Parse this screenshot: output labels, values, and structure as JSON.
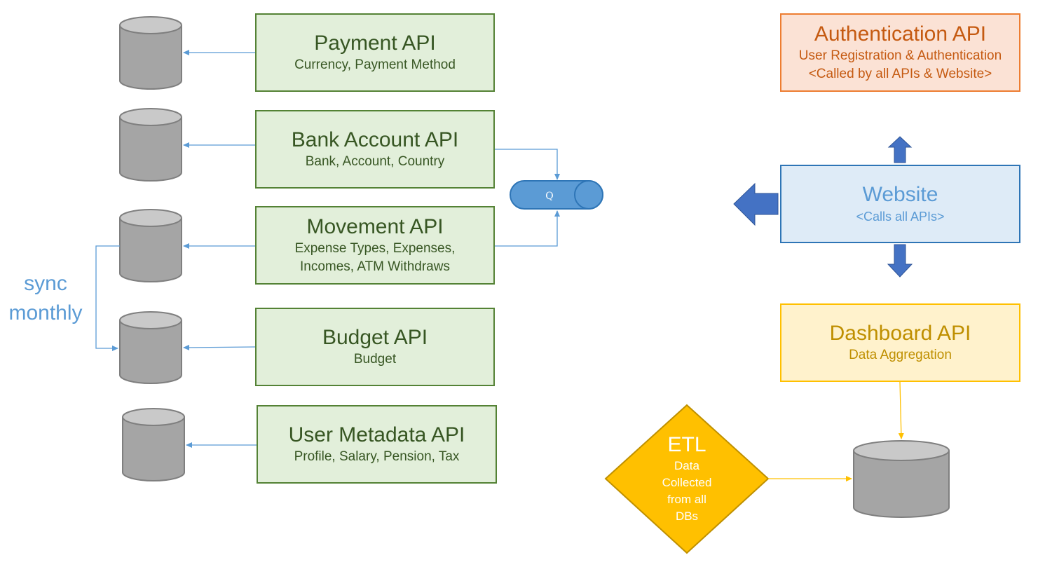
{
  "services": {
    "payment": {
      "title": "Payment API",
      "subtitle": "Currency, Payment Method"
    },
    "bank": {
      "title": "Bank Account API",
      "subtitle": "Bank, Account, Country"
    },
    "movement": {
      "title": "Movement API",
      "subtitle_line1": "Expense Types, Expenses,",
      "subtitle_line2": "Incomes, ATM Withdraws"
    },
    "budget": {
      "title": "Budget API",
      "subtitle": "Budget"
    },
    "user_metadata": {
      "title": "User Metadata API",
      "subtitle": "Profile, Salary, Pension, Tax"
    }
  },
  "queue": {
    "label": "Q"
  },
  "sync": {
    "line1": "sync",
    "line2": "monthly"
  },
  "auth": {
    "title": "Authentication API",
    "subtitle_line1": "User Registration & Authentication",
    "subtitle_line2": "<Called by all APIs & Website>"
  },
  "website": {
    "title": "Website",
    "subtitle": "<Calls all APIs>"
  },
  "dashboard": {
    "title": "Dashboard API",
    "subtitle": "Data Aggregation"
  },
  "etl": {
    "title": "ETL",
    "line1": "Data",
    "line2": "Collected",
    "line3": "from all",
    "line4": "DBs"
  },
  "colors": {
    "service_fill": "#e2efda",
    "service_border": "#548235",
    "auth_fill": "#fbe2d5",
    "auth_border": "#ed7d31",
    "website_fill": "#deebf7",
    "website_border": "#2e75b6",
    "dashboard_fill": "#fff2cc",
    "dashboard_border": "#ffc000",
    "etl_fill": "#ffc000",
    "database_fill": "#a5a5a5",
    "queue_fill": "#5b9bd5",
    "arrow_blue": "#4472c4"
  }
}
